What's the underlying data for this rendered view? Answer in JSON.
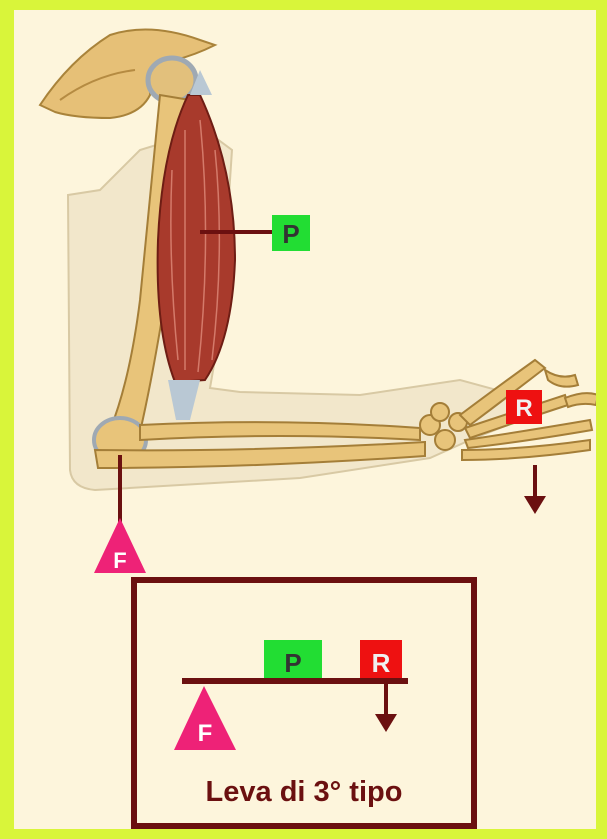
{
  "diagram": {
    "arm_labels": {
      "p": "P",
      "r": "R",
      "f": "F"
    },
    "inset_labels": {
      "p": "P",
      "r": "R",
      "f": "F"
    },
    "caption": "Leva di 3° tipo"
  },
  "colors": {
    "frame": "#d9f53a",
    "background": "#fdf5dc",
    "bone": "#e8c47a",
    "muscle": "#a83a2c",
    "tendon": "#b9c8d4",
    "skin": "#f4ead0",
    "lever_line": "#6b1010",
    "p_box": "#22dd33",
    "r_box": "#ee1111",
    "f_triangle": "#ee2277",
    "box_border": "#6b1010"
  }
}
